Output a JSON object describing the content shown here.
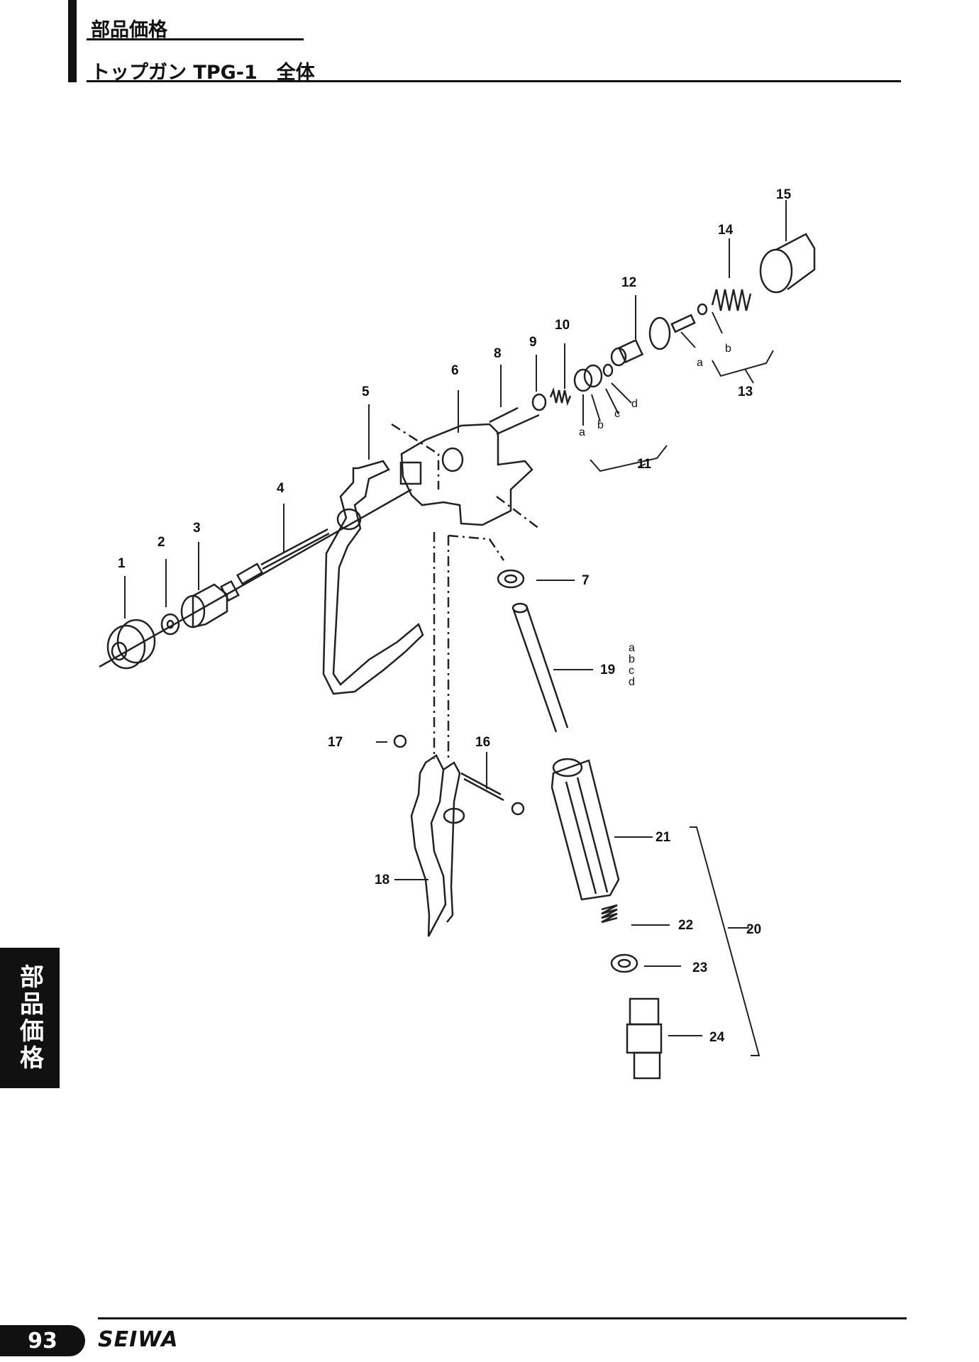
{
  "header": {
    "section_title": "部品価格",
    "page_title": "トップガン TPG-1　全体"
  },
  "side_tab": "部品価格",
  "footer": {
    "page_number": "93",
    "brand": "SEIWA"
  },
  "diagram": {
    "part_labels": [
      "1",
      "2",
      "3",
      "4",
      "5",
      "6",
      "7",
      "8",
      "9",
      "10",
      "11",
      "12",
      "13",
      "14",
      "15",
      "16",
      "17",
      "18",
      "19",
      "20",
      "21",
      "22",
      "23",
      "24"
    ],
    "sub_labels": {
      "p11": [
        "a",
        "b",
        "c",
        "d"
      ],
      "p13": [
        "a",
        "b"
      ],
      "p19": [
        "a",
        "b",
        "c",
        "d"
      ]
    }
  }
}
